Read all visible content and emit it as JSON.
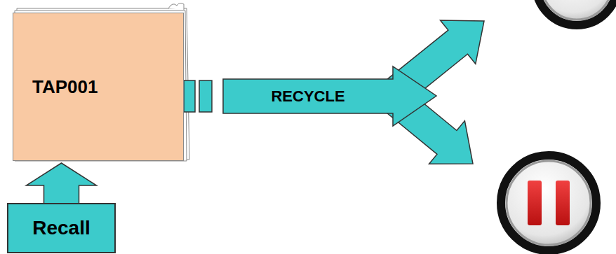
{
  "diagram": {
    "nodes": [
      {
        "text": [
          "TAP001"
        ]
      },
      {
        "text": [
          "RECYCLE"
        ]
      },
      {
        "text": [
          "Recall"
        ]
      }
    ],
    "edges": [
      {
        "from": 2,
        "to": 0,
        "arrow": "to"
      }
    ]
  }
}
